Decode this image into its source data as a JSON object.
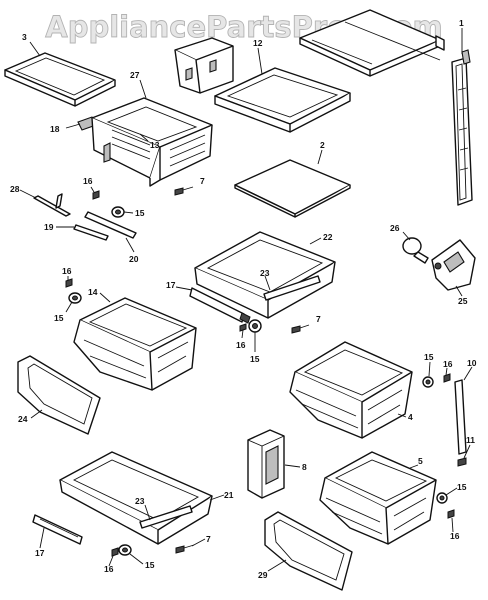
{
  "watermark": "AppliancePartsPros.com",
  "callouts": {
    "c1": "1",
    "c2": "2",
    "c3": "3",
    "c4": "4",
    "c5": "5",
    "c7a": "7",
    "c7b": "7",
    "c7c": "7",
    "c8": "8",
    "c10": "10",
    "c11": "11",
    "c12": "12",
    "c13": "13",
    "c14": "14",
    "c15a": "15",
    "c15b": "15",
    "c15c": "15",
    "c15d": "15",
    "c15e": "15",
    "c15f": "15",
    "c16a": "16",
    "c16b": "16",
    "c16c": "16",
    "c16d": "16",
    "c16e": "16",
    "c16f": "16",
    "c17a": "17",
    "c17b": "17",
    "c18": "18",
    "c19": "19",
    "c20": "20",
    "c21": "21",
    "c22": "22",
    "c23a": "23",
    "c23b": "23",
    "c24": "24",
    "c25": "25",
    "c26": "26",
    "c27": "27",
    "c28": "28",
    "c29": "29"
  }
}
